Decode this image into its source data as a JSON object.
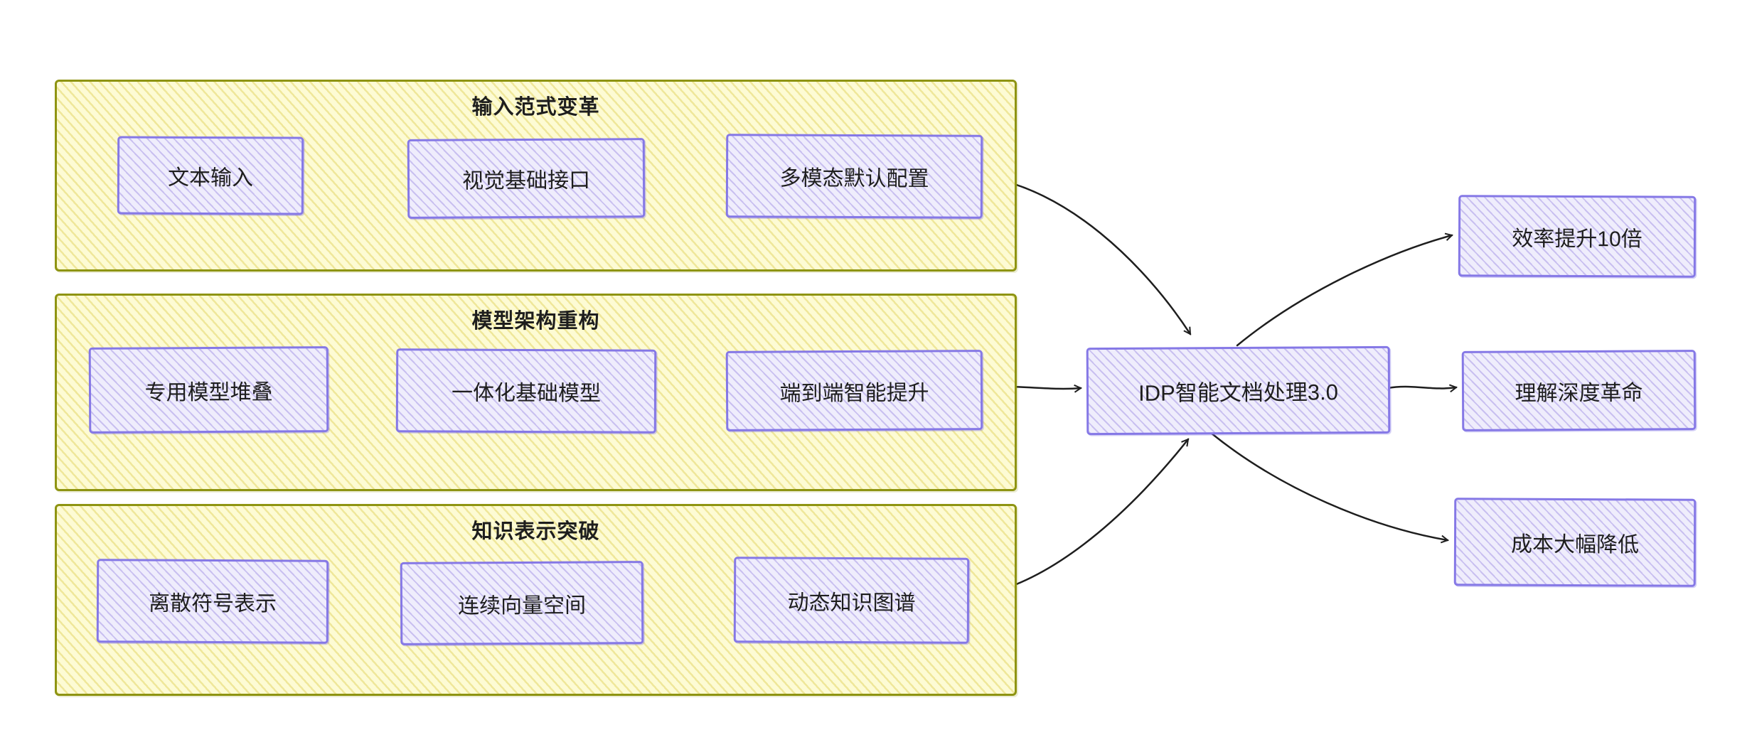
{
  "diagram": {
    "groups": [
      {
        "title": "输入范式变革",
        "nodes": [
          "文本输入",
          "视觉基础接口",
          "多模态默认配置"
        ]
      },
      {
        "title": "模型架构重构",
        "nodes": [
          "专用模型堆叠",
          "一体化基础模型",
          "端到端智能提升"
        ]
      },
      {
        "title": "知识表示突破",
        "nodes": [
          "离散符号表示",
          "连续向量空间",
          "动态知识图谱"
        ]
      }
    ],
    "center_label": "IDP智能文档处理3.0",
    "outputs": [
      "效率提升10倍",
      "理解深度革命",
      "成本大幅降低"
    ]
  },
  "colors": {
    "background": "#ffffff",
    "group_fill": "#fdfbd4",
    "group_hatch": "#efe79a",
    "group_border": "#8e9412",
    "node_fill": "#efedfc",
    "node_hatch": "#c9c0f0",
    "node_border": "#8578e6",
    "arrow": "#1e1e1e",
    "text": "#1e1e1e"
  }
}
